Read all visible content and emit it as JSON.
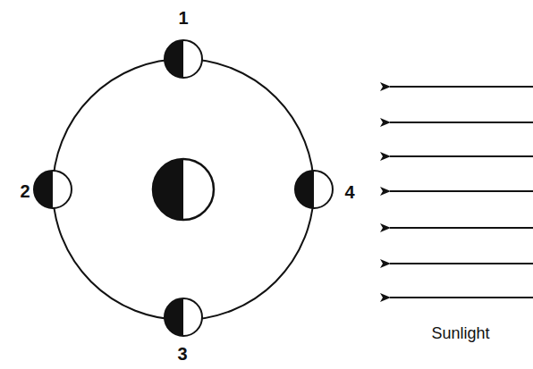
{
  "diagram": {
    "labels": [
      "1",
      "2",
      "3",
      "4",
      "Sunlight"
    ]
  }
}
